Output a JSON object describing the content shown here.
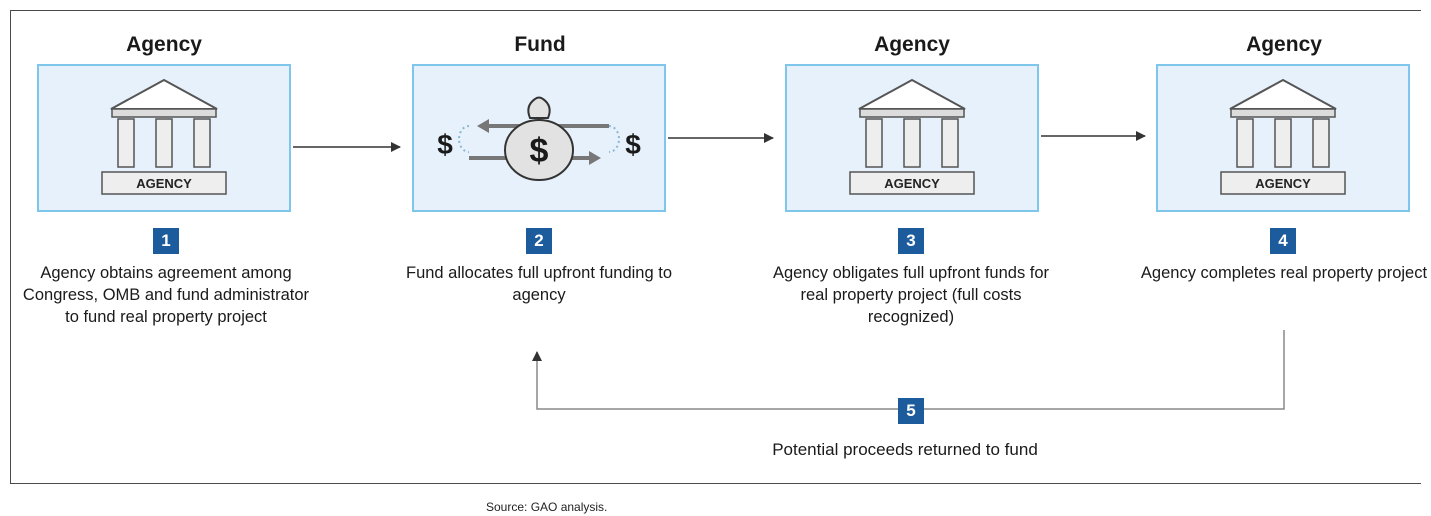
{
  "steps": [
    {
      "heading": "Agency",
      "number": "1",
      "icon": "agency-building-icon",
      "caption": "AGENCY",
      "text": "Agency obtains agreement among Congress, OMB and fund administrator to fund real property project"
    },
    {
      "heading": "Fund",
      "number": "2",
      "icon": "money-bag-icon",
      "currency": "$",
      "text": "Fund allocates full upfront funding to agency"
    },
    {
      "heading": "Agency",
      "number": "3",
      "icon": "agency-building-icon",
      "caption": "AGENCY",
      "text": "Agency obligates full upfront funds for real property project (full costs recognized)"
    },
    {
      "heading": "Agency",
      "number": "4",
      "icon": "agency-building-icon",
      "caption": "AGENCY",
      "text": "Agency completes real property project"
    }
  ],
  "return_step": {
    "number": "5",
    "text": "Potential proceeds returned to fund"
  },
  "source": "Source: GAO analysis.",
  "colors": {
    "box_fill": "#e6f1fb",
    "box_border": "#7fc6ec",
    "badge": "#1d5c9c",
    "arrow": "#333333"
  }
}
